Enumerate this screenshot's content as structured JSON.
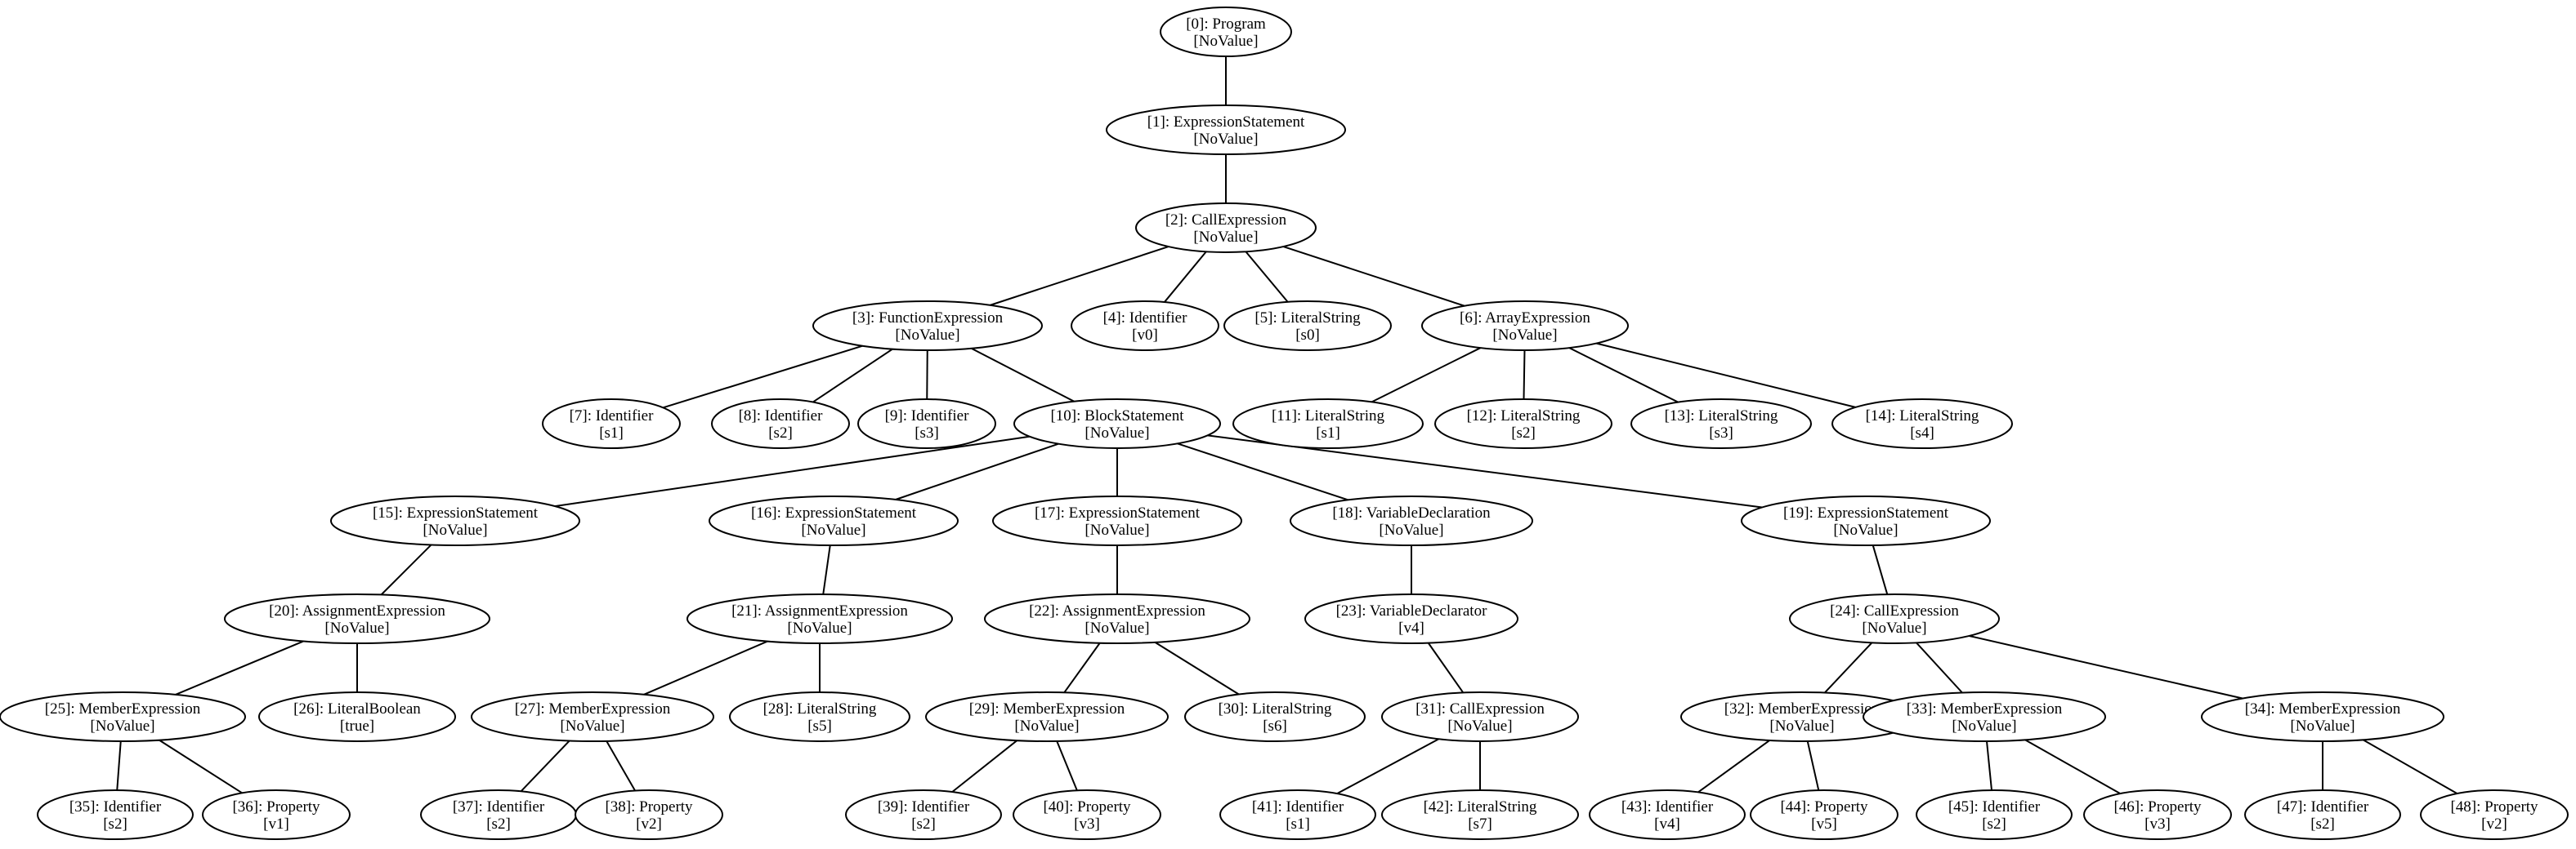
{
  "nodes": [
    {
      "id": 0,
      "line1": "[0]: Program",
      "line2": "[NoValue]"
    },
    {
      "id": 1,
      "line1": "[1]: ExpressionStatement",
      "line2": "[NoValue]"
    },
    {
      "id": 2,
      "line1": "[2]: CallExpression",
      "line2": "[NoValue]"
    },
    {
      "id": 3,
      "line1": "[3]: FunctionExpression",
      "line2": "[NoValue]"
    },
    {
      "id": 4,
      "line1": "[4]: Identifier",
      "line2": "[v0]"
    },
    {
      "id": 5,
      "line1": "[5]: LiteralString",
      "line2": "[s0]"
    },
    {
      "id": 6,
      "line1": "[6]: ArrayExpression",
      "line2": "[NoValue]"
    },
    {
      "id": 7,
      "line1": "[7]: Identifier",
      "line2": "[s1]"
    },
    {
      "id": 8,
      "line1": "[8]: Identifier",
      "line2": "[s2]"
    },
    {
      "id": 9,
      "line1": "[9]: Identifier",
      "line2": "[s3]"
    },
    {
      "id": 10,
      "line1": "[10]: BlockStatement",
      "line2": "[NoValue]"
    },
    {
      "id": 11,
      "line1": "[11]: LiteralString",
      "line2": "[s1]"
    },
    {
      "id": 12,
      "line1": "[12]: LiteralString",
      "line2": "[s2]"
    },
    {
      "id": 13,
      "line1": "[13]: LiteralString",
      "line2": "[s3]"
    },
    {
      "id": 14,
      "line1": "[14]: LiteralString",
      "line2": "[s4]"
    },
    {
      "id": 15,
      "line1": "[15]: ExpressionStatement",
      "line2": "[NoValue]"
    },
    {
      "id": 16,
      "line1": "[16]: ExpressionStatement",
      "line2": "[NoValue]"
    },
    {
      "id": 17,
      "line1": "[17]: ExpressionStatement",
      "line2": "[NoValue]"
    },
    {
      "id": 18,
      "line1": "[18]: VariableDeclaration",
      "line2": "[NoValue]"
    },
    {
      "id": 19,
      "line1": "[19]: ExpressionStatement",
      "line2": "[NoValue]"
    },
    {
      "id": 20,
      "line1": "[20]: AssignmentExpression",
      "line2": "[NoValue]"
    },
    {
      "id": 21,
      "line1": "[21]: AssignmentExpression",
      "line2": "[NoValue]"
    },
    {
      "id": 22,
      "line1": "[22]: AssignmentExpression",
      "line2": "[NoValue]"
    },
    {
      "id": 23,
      "line1": "[23]: VariableDeclarator",
      "line2": "[v4]"
    },
    {
      "id": 24,
      "line1": "[24]: CallExpression",
      "line2": "[NoValue]"
    },
    {
      "id": 25,
      "line1": "[25]: MemberExpression",
      "line2": "[NoValue]"
    },
    {
      "id": 26,
      "line1": "[26]: LiteralBoolean",
      "line2": "[true]"
    },
    {
      "id": 27,
      "line1": "[27]: MemberExpression",
      "line2": "[NoValue]"
    },
    {
      "id": 28,
      "line1": "[28]: LiteralString",
      "line2": "[s5]"
    },
    {
      "id": 29,
      "line1": "[29]: MemberExpression",
      "line2": "[NoValue]"
    },
    {
      "id": 30,
      "line1": "[30]: LiteralString",
      "line2": "[s6]"
    },
    {
      "id": 31,
      "line1": "[31]: CallExpression",
      "line2": "[NoValue]"
    },
    {
      "id": 32,
      "line1": "[32]: MemberExpression",
      "line2": "[NoValue]"
    },
    {
      "id": 33,
      "line1": "[33]: MemberExpression",
      "line2": "[NoValue]"
    },
    {
      "id": 34,
      "line1": "[34]: MemberExpression",
      "line2": "[NoValue]"
    },
    {
      "id": 35,
      "line1": "[35]: Identifier",
      "line2": "[s2]"
    },
    {
      "id": 36,
      "line1": "[36]: Property",
      "line2": "[v1]"
    },
    {
      "id": 37,
      "line1": "[37]: Identifier",
      "line2": "[s2]"
    },
    {
      "id": 38,
      "line1": "[38]: Property",
      "line2": "[v2]"
    },
    {
      "id": 39,
      "line1": "[39]: Identifier",
      "line2": "[s2]"
    },
    {
      "id": 40,
      "line1": "[40]: Property",
      "line2": "[v3]"
    },
    {
      "id": 41,
      "line1": "[41]: Identifier",
      "line2": "[s1]"
    },
    {
      "id": 42,
      "line1": "[42]: LiteralString",
      "line2": "[s7]"
    },
    {
      "id": 43,
      "line1": "[43]: Identifier",
      "line2": "[v4]"
    },
    {
      "id": 44,
      "line1": "[44]: Property",
      "line2": "[v5]"
    },
    {
      "id": 45,
      "line1": "[45]: Identifier",
      "line2": "[s2]"
    },
    {
      "id": 46,
      "line1": "[46]: Property",
      "line2": "[v3]"
    },
    {
      "id": 47,
      "line1": "[47]: Identifier",
      "line2": "[s2]"
    },
    {
      "id": 48,
      "line1": "[48]: Property",
      "line2": "[v2]"
    }
  ],
  "edges": [
    [
      0,
      1
    ],
    [
      1,
      2
    ],
    [
      2,
      3
    ],
    [
      2,
      4
    ],
    [
      2,
      5
    ],
    [
      2,
      6
    ],
    [
      3,
      7
    ],
    [
      3,
      8
    ],
    [
      3,
      9
    ],
    [
      3,
      10
    ],
    [
      6,
      11
    ],
    [
      6,
      12
    ],
    [
      6,
      13
    ],
    [
      6,
      14
    ],
    [
      10,
      15
    ],
    [
      10,
      16
    ],
    [
      10,
      17
    ],
    [
      10,
      18
    ],
    [
      10,
      19
    ],
    [
      15,
      20
    ],
    [
      16,
      21
    ],
    [
      17,
      22
    ],
    [
      18,
      23
    ],
    [
      19,
      24
    ],
    [
      20,
      25
    ],
    [
      20,
      26
    ],
    [
      21,
      27
    ],
    [
      21,
      28
    ],
    [
      22,
      29
    ],
    [
      22,
      30
    ],
    [
      23,
      31
    ],
    [
      24,
      32
    ],
    [
      24,
      33
    ],
    [
      24,
      34
    ],
    [
      25,
      35
    ],
    [
      25,
      36
    ],
    [
      27,
      37
    ],
    [
      27,
      38
    ],
    [
      29,
      39
    ],
    [
      29,
      40
    ],
    [
      31,
      41
    ],
    [
      31,
      42
    ],
    [
      32,
      43
    ],
    [
      32,
      44
    ],
    [
      33,
      45
    ],
    [
      33,
      46
    ],
    [
      34,
      47
    ],
    [
      34,
      48
    ]
  ]
}
